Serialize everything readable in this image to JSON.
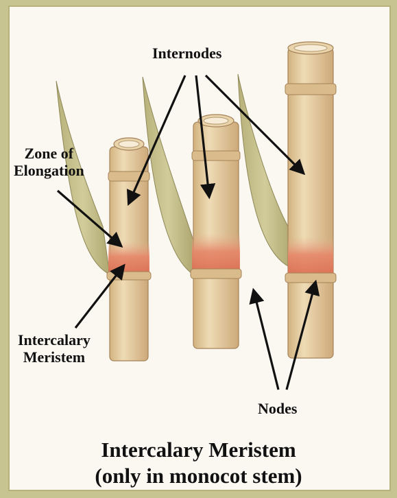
{
  "labels": {
    "internodes": "Internodes",
    "zone_line1": "Zone of",
    "zone_line2": "Elongation",
    "meristem_line1": "Intercalary",
    "meristem_line2": "Meristem",
    "nodes": "Nodes"
  },
  "title": {
    "line1": "Intercalary Meristem",
    "line2": "(only in monocot stem)"
  },
  "colors": {
    "outer_border": "#c8c492",
    "background": "#fbf8f2",
    "stem": "#e6cd9f",
    "meristem": "#e07a5e",
    "leaf": "#c6c08a",
    "arrow": "#111111"
  }
}
